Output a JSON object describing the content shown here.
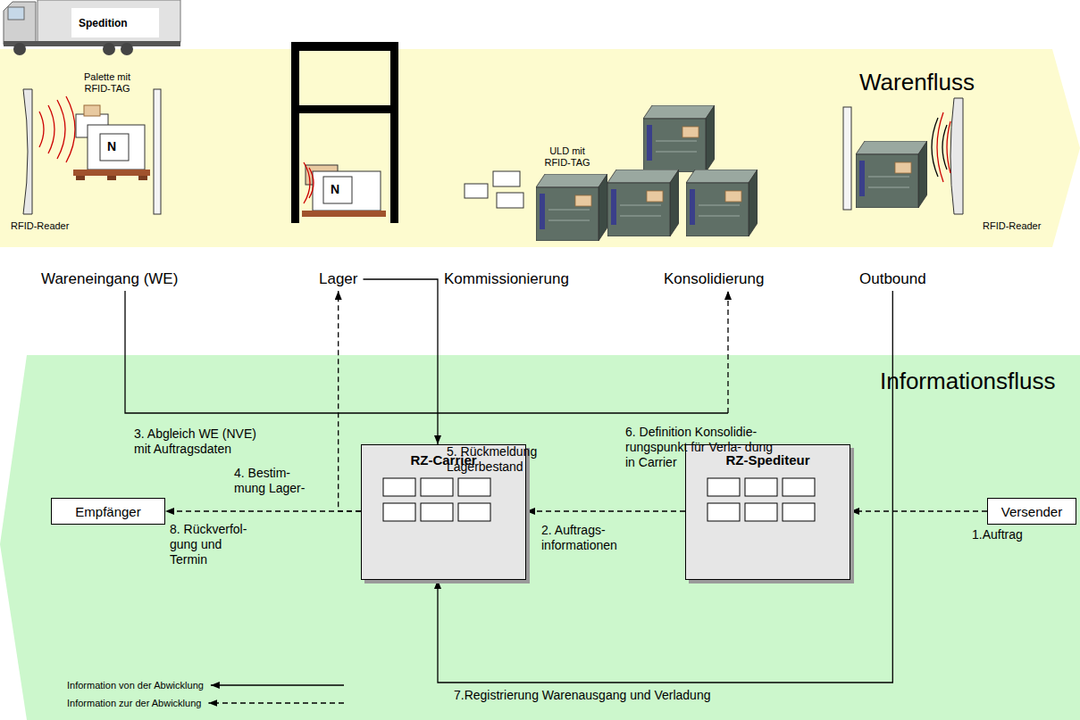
{
  "diagram": {
    "nodes": [
      {
        "text": [
          "Spedition"
        ]
      },
      {
        "text": [
          "Warenfluss"
        ]
      },
      {
        "text": [
          "Wareneingang (WE)"
        ]
      },
      {
        "text": [
          "Lager"
        ]
      },
      {
        "text": [
          "Kommissionierung"
        ]
      },
      {
        "text": [
          "Konsolidierung"
        ]
      },
      {
        "text": [
          "Outbound"
        ]
      },
      {
        "text": [
          "Informationsfluss"
        ]
      },
      {
        "text": [
          "RZ-Carrier"
        ],
        "in": 7
      },
      {
        "text": [
          "RZ-Spediteur"
        ],
        "in": 7
      },
      {
        "text": [
          "Empfänger"
        ],
        "in": 7
      },
      {
        "text": [
          "Versender"
        ],
        "in": 7
      }
    ],
    "edges": [
      {
        "from": 11,
        "to": 9,
        "label": "1.Auftrag",
        "arrow": "to"
      },
      {
        "from": 9,
        "to": 8,
        "label": "2. Auftrags- informationen",
        "arrow": "to"
      },
      {
        "from": 2,
        "to": 5,
        "label": "3. Abgleich WE (NVE) mit Auftragsdaten",
        "arrow": "to"
      },
      {
        "from": 8,
        "to": 3,
        "label": "4. Bestim- mung Lager-",
        "arrow": "to"
      },
      {
        "from": 3,
        "to": 8,
        "label": "5. Rückmeldung Lagerbestand",
        "arrow": "to"
      },
      {
        "from": 6,
        "to": 8,
        "label": "7.Registrierung Warenausgang und Verladung",
        "arrow": "to"
      },
      {
        "from": 8,
        "to": 10,
        "label": "8. Rückverfol- gung und Termin",
        "arrow": "to"
      }
    ],
    "labels": [
      "Palette mit RFID-TAG",
      "N",
      "RFID-Reader",
      "N",
      "ULD mit RFID-TAG",
      "RFID-Reader",
      "6. Definition Konsolidie- rungspunkt für Verla- dung in Carrier"
    ],
    "legend": [
      {
        "text": "Information von der Abwicklung"
      },
      {
        "text": "Information zur der Abwicklung"
      }
    ]
  }
}
